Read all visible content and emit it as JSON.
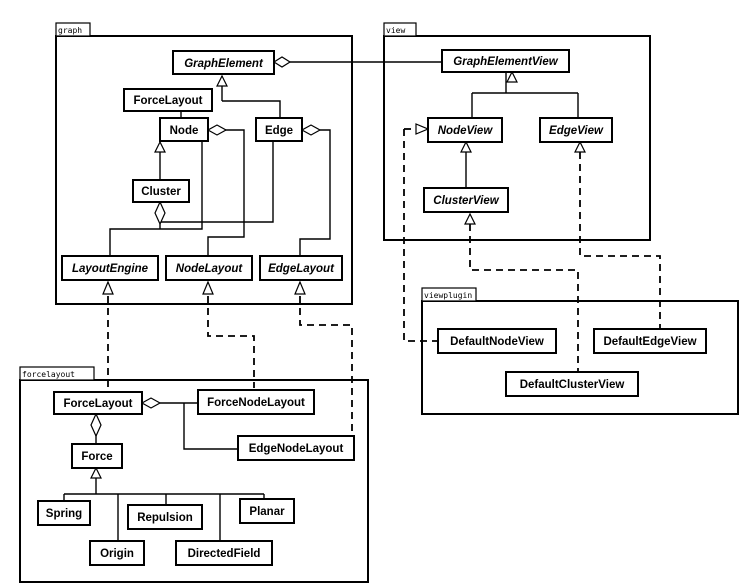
{
  "packages": {
    "graph": "graph",
    "view": "view",
    "viewplugin": "viewplugin",
    "forcelayout": "forcelayout"
  },
  "classes": {
    "graph_element": "GraphElement",
    "graph_force_layout": "ForceLayout",
    "node": "Node",
    "edge": "Edge",
    "cluster": "Cluster",
    "layout_engine": "LayoutEngine",
    "node_layout": "NodeLayout",
    "edge_layout": "EdgeLayout",
    "graph_element_view": "GraphElementView",
    "node_view": "NodeView",
    "edge_view": "EdgeView",
    "cluster_view": "ClusterView",
    "default_node_view": "DefaultNodeView",
    "default_edge_view": "DefaultEdgeView",
    "default_cluster_view": "DefaultClusterView",
    "fl_force_layout": "ForceLayout",
    "force_node_layout": "ForceNodeLayout",
    "edge_node_layout": "EdgeNodeLayout",
    "force": "Force",
    "spring": "Spring",
    "repulsion": "Repulsion",
    "planar": "Planar",
    "origin": "Origin",
    "directed_field": "DirectedField"
  }
}
